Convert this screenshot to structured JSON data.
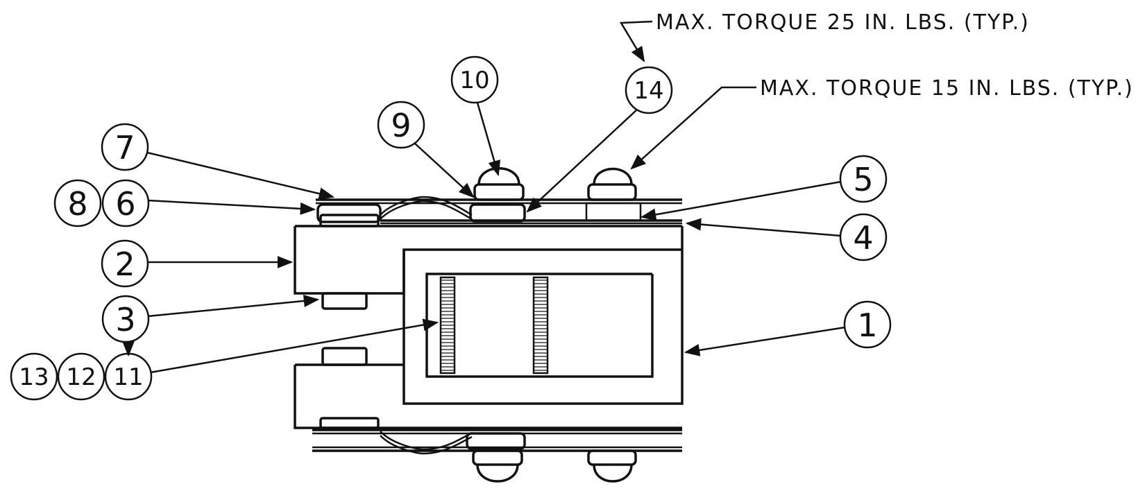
{
  "notes": {
    "torque_25": "MAX. TORQUE 25 IN. LBS. (TYP.)",
    "torque_15": "MAX. TORQUE 15 IN. LBS. (TYP.)"
  },
  "balloons": {
    "b1": "1",
    "b2": "2",
    "b3": "3",
    "b4": "4",
    "b5": "5",
    "b6": "6",
    "b7": "7",
    "b8": "8",
    "b9": "9",
    "b10": "10",
    "b11": "11",
    "b12": "12",
    "b13": "13",
    "b14": "14"
  },
  "colors": {
    "ink": "#111111",
    "paper": "#ffffff"
  }
}
